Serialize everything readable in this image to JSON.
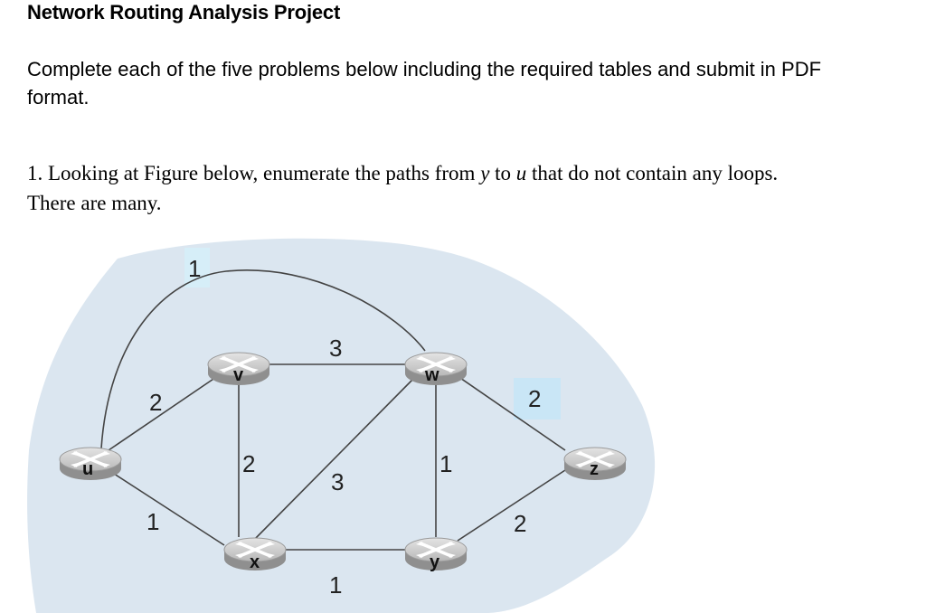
{
  "document": {
    "title": "Network Routing Analysis Project",
    "instructions": "Complete each of the five problems below including the required tables and submit in PDF format.",
    "problem": {
      "number": "1.",
      "text_part1": "Looking at Figure below, enumerate the paths from",
      "var_from": "y",
      "text_part2": "to",
      "var_to": "u",
      "text_part3": "that do not contain any loops. There are many."
    }
  },
  "figure": {
    "nodes": {
      "u": "u",
      "v": "v",
      "w": "w",
      "x": "x",
      "y": "y",
      "z": "z"
    },
    "edge_costs": {
      "u_w": "1",
      "u_v": "2",
      "u_x": "1",
      "v_w": "3",
      "v_x": "2",
      "x_w": "3",
      "x_y": "1",
      "w_y": "1",
      "w_z": "2",
      "y_z": "2"
    },
    "colors": {
      "background_blob": "#dbe6f0",
      "router_body": "#c8c8c8",
      "label_highlight": "#d6eef8"
    }
  }
}
